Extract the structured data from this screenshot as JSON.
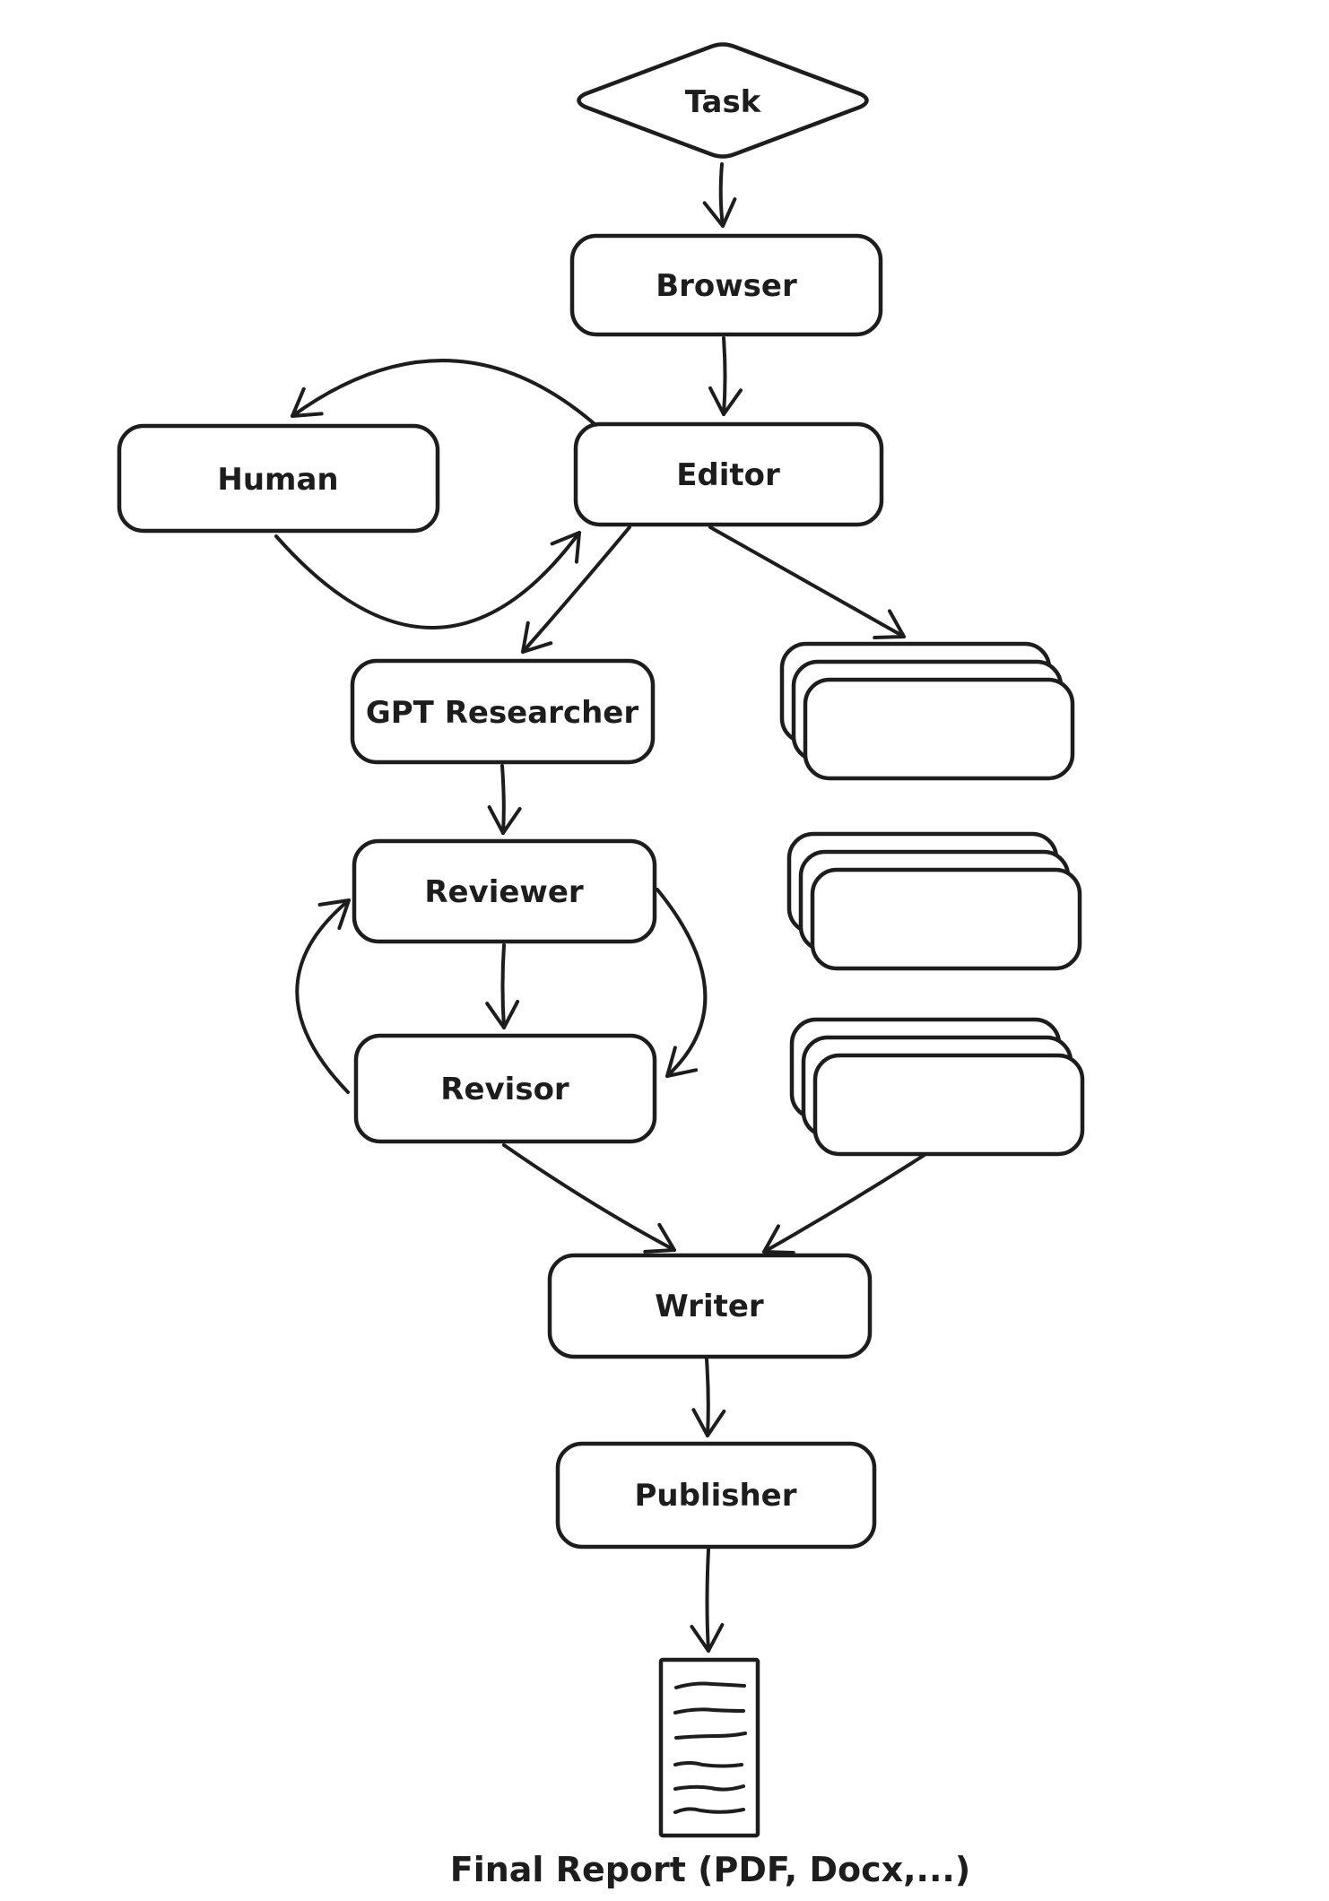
{
  "diagram": {
    "type": "flowchart",
    "style": "hand-drawn",
    "colors": {
      "background": "#ffffff",
      "stroke": "#1d1d1d"
    },
    "nodes": {
      "task": {
        "label": "Task",
        "shape": "diamond"
      },
      "browser": {
        "label": "Browser",
        "shape": "rounded-rect"
      },
      "human": {
        "label": "Human",
        "shape": "rounded-rect"
      },
      "editor": {
        "label": "Editor",
        "shape": "rounded-rect"
      },
      "gpt_researcher": {
        "label": "GPT Researcher",
        "shape": "rounded-rect"
      },
      "reviewer": {
        "label": "Reviewer",
        "shape": "rounded-rect"
      },
      "revisor": {
        "label": "Revisor",
        "shape": "rounded-rect"
      },
      "writer": {
        "label": "Writer",
        "shape": "rounded-rect"
      },
      "publisher": {
        "label": "Publisher",
        "shape": "rounded-rect"
      },
      "final_report": {
        "label": "",
        "shape": "document-icon",
        "text_lines": 6
      }
    },
    "stacks": {
      "count": 3,
      "cards_per_stack": 3,
      "label": ""
    },
    "edges": [
      {
        "from": "Task",
        "to": "Browser"
      },
      {
        "from": "Browser",
        "to": "Editor"
      },
      {
        "from": "Editor",
        "to": "Human"
      },
      {
        "from": "Human",
        "to": "Editor"
      },
      {
        "from": "Editor",
        "to": "GPT Researcher"
      },
      {
        "from": "Editor",
        "to": "parallel-stack-1"
      },
      {
        "from": "GPT Researcher",
        "to": "Reviewer"
      },
      {
        "from": "Reviewer",
        "to": "Revisor"
      },
      {
        "from": "Reviewer",
        "to": "Revisor (cycle)"
      },
      {
        "from": "Revisor",
        "to": "Reviewer (cycle)"
      },
      {
        "from": "Revisor",
        "to": "Writer"
      },
      {
        "from": "parallel-stack-3",
        "to": "Writer"
      },
      {
        "from": "Writer",
        "to": "Publisher"
      },
      {
        "from": "Publisher",
        "to": "Final Report"
      }
    ],
    "caption": "Final Report (PDF, Docx,...)"
  }
}
